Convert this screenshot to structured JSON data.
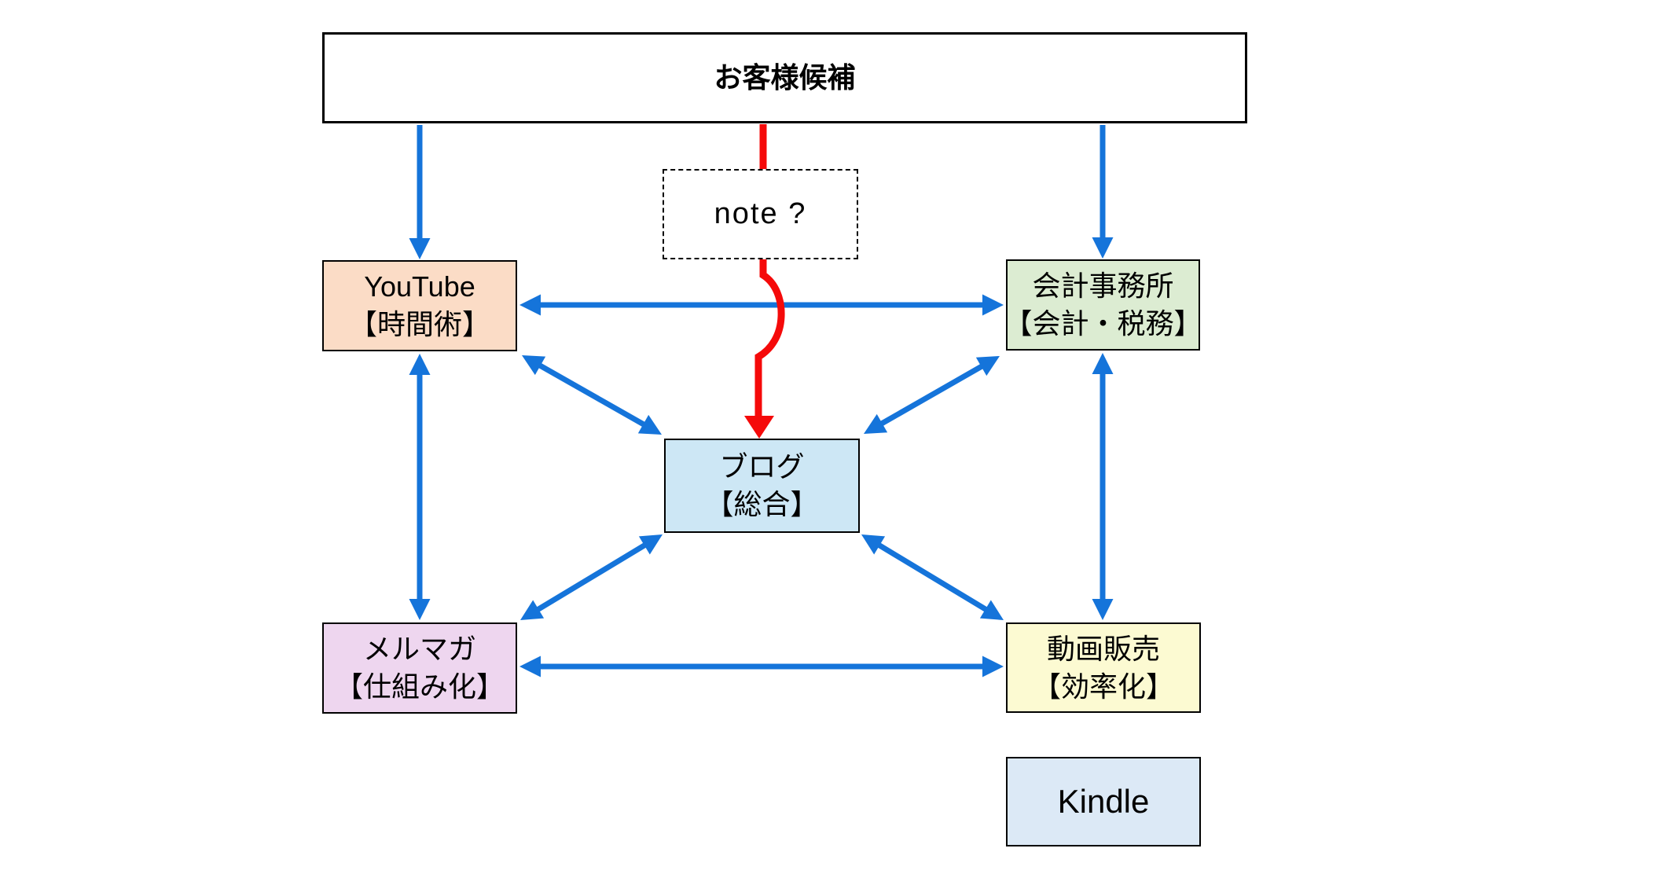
{
  "diagram": {
    "nodes": {
      "customer": {
        "label": "お客様候補"
      },
      "note": {
        "label": "note ?"
      },
      "youtube": {
        "line1": "YouTube",
        "line2": "【時間術】"
      },
      "accounting": {
        "line1": "会計事務所",
        "line2": "【会計・税務】"
      },
      "blog": {
        "line1": "ブログ",
        "line2": "【総合】"
      },
      "mailmag": {
        "line1": "メルマガ",
        "line2": "【仕組み化】"
      },
      "video": {
        "line1": "動画販売",
        "line2": "【効率化】"
      },
      "kindle": {
        "label": "Kindle"
      }
    },
    "colors": {
      "background": "#ffffff",
      "node_border": "#000000",
      "customer_fill": "#ffffff",
      "note_fill": "#ffffff",
      "youtube_fill": "#fbdcc6",
      "accounting_fill": "#dcecd2",
      "blog_fill": "#cde7f5",
      "mailmag_fill": "#eed6ef",
      "video_fill": "#fcfad2",
      "kindle_fill": "#dce9f6",
      "arrow_blue": "#1574da",
      "arrow_red": "#f50a0a"
    }
  }
}
